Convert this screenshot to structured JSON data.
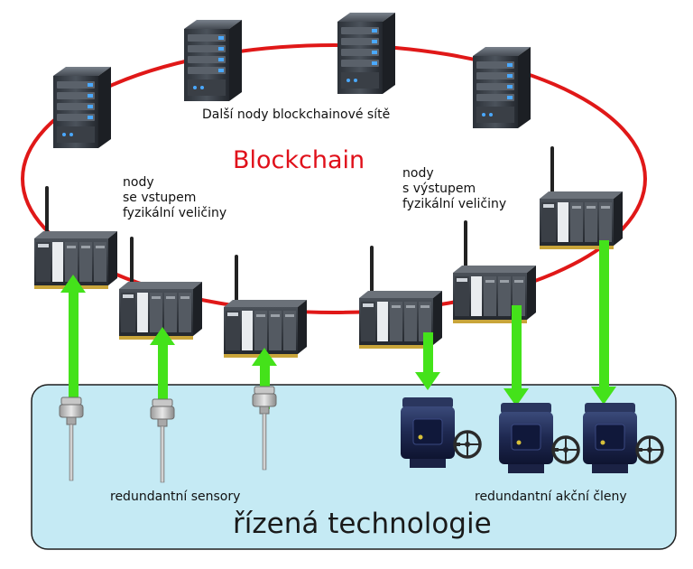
{
  "ring_label": "Blockchain",
  "servers_label": "Další nody blockchainové sítě",
  "input_nodes_label": "nody\nse vstupem\nfyzikální veličiny",
  "output_nodes_label": "nody\ns výstupem\nfyzikální veličiny",
  "sensors_label": "redundantní sensory",
  "actuators_label": "redundantní akční členy",
  "technology_label": "řízená technologie",
  "colors": {
    "ring": "#e01818",
    "arrow": "#44e21a",
    "technology_box": "#c5eaf4",
    "label_red": "#e0101a"
  },
  "icons": {
    "server": "server-tower-icon",
    "node": "io-module-icon",
    "sensor": "temperature-probe-icon",
    "actuator": "valve-actuator-icon"
  }
}
